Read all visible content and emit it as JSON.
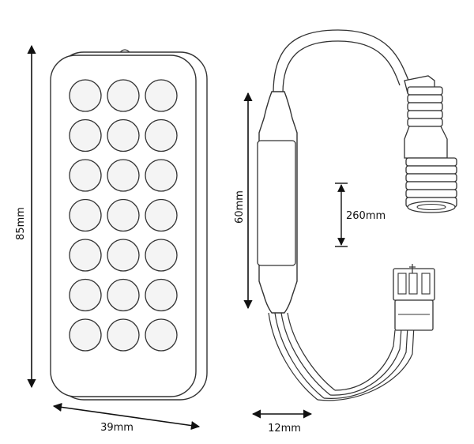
{
  "colors": {
    "line": "#333333",
    "arrow": "#111111",
    "button_fill": "#f4f4f4",
    "background": "#ffffff"
  },
  "remote": {
    "button_rows": 7,
    "button_cols": 3
  },
  "dimensions": {
    "remote_height": "85mm",
    "remote_width": "39mm",
    "controller_length": "60mm",
    "cable_length": "260mm",
    "controller_width": "12mm"
  }
}
